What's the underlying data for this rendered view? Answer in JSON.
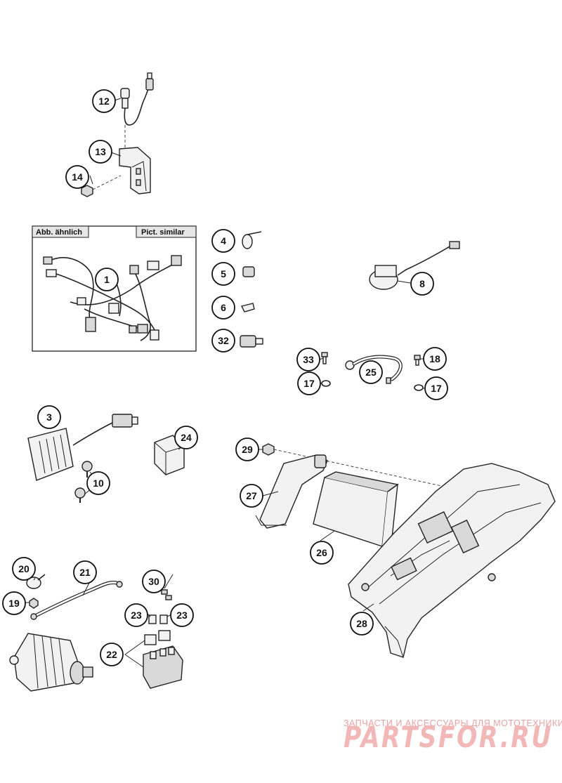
{
  "diagram": {
    "box_labels": {
      "left": "Abb. ähnlich",
      "right": "Pict. similar"
    },
    "callouts": [
      {
        "id": "c1",
        "label": "1"
      },
      {
        "id": "c3",
        "label": "3"
      },
      {
        "id": "c4",
        "label": "4"
      },
      {
        "id": "c5",
        "label": "5"
      },
      {
        "id": "c6",
        "label": "6"
      },
      {
        "id": "c8",
        "label": "8"
      },
      {
        "id": "c10",
        "label": "10"
      },
      {
        "id": "c12",
        "label": "12"
      },
      {
        "id": "c13",
        "label": "13"
      },
      {
        "id": "c14",
        "label": "14"
      },
      {
        "id": "c17a",
        "label": "17"
      },
      {
        "id": "c17b",
        "label": "17"
      },
      {
        "id": "c18",
        "label": "18"
      },
      {
        "id": "c19",
        "label": "19"
      },
      {
        "id": "c20",
        "label": "20"
      },
      {
        "id": "c21",
        "label": "21"
      },
      {
        "id": "c22",
        "label": "22"
      },
      {
        "id": "c23a",
        "label": "23"
      },
      {
        "id": "c23b",
        "label": "23"
      },
      {
        "id": "c24",
        "label": "24"
      },
      {
        "id": "c25",
        "label": "25"
      },
      {
        "id": "c26",
        "label": "26"
      },
      {
        "id": "c27",
        "label": "27"
      },
      {
        "id": "c28",
        "label": "28"
      },
      {
        "id": "c29",
        "label": "29"
      },
      {
        "id": "c30",
        "label": "30"
      },
      {
        "id": "c32",
        "label": "32"
      },
      {
        "id": "c33",
        "label": "33"
      }
    ],
    "watermark": {
      "tagline": "ЗАПЧАСТИ И АКСЕССУАРЫ ДЛЯ МОТОТЕХНИКИ",
      "brand": "PARTSFOR.RU",
      "color": "#e8a3a3"
    }
  }
}
